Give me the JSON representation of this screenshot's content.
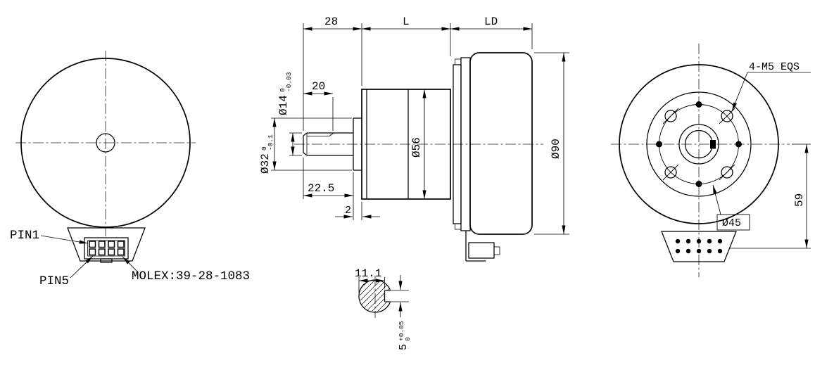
{
  "front_view": {
    "pin1": "PIN1",
    "pin5": "PIN5",
    "connector": "MOLEX:39-28-1083"
  },
  "side_view": {
    "dim_28": "28",
    "dim_l": "L",
    "dim_ld": "LD",
    "dim_20": "20",
    "dim_22_5": "22.5",
    "dim_2": "2",
    "shaft_dia": "Ø14",
    "shaft_tol_upper": "0",
    "shaft_tol_lower": "-0.03",
    "pilot_dia": "Ø32",
    "pilot_tol_upper": "0",
    "pilot_tol_lower": "-0.1",
    "body_dia": "Ø56",
    "motor_dia": "Ø90"
  },
  "shaft_section": {
    "dim_11_1": "11.1",
    "key_width": "5",
    "key_tol_upper": "+0.05",
    "key_tol_lower": "0"
  },
  "rear_view": {
    "screws": "4-M5 EQS",
    "bolt_circle_dia": "Ø45",
    "dim_59": "59"
  }
}
